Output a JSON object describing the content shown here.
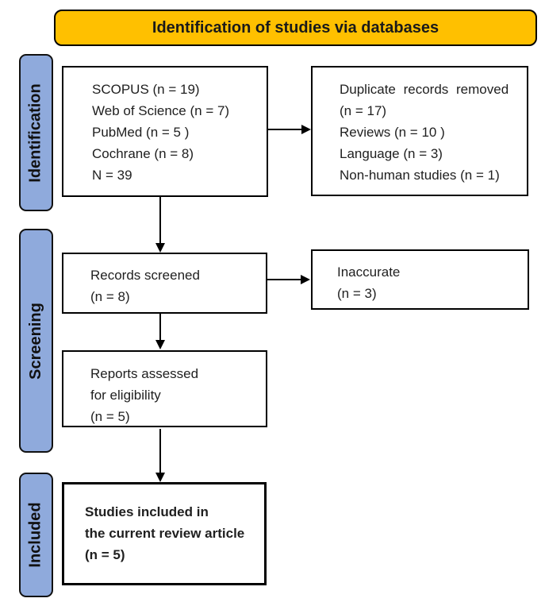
{
  "banner": {
    "label": "Identification of studies via databases"
  },
  "colors": {
    "banner_bg": "#FFC000",
    "stage_bg": "#8FAADC",
    "box_border": "#000000",
    "text": "#1f1f1f"
  },
  "stages": {
    "identification": "Identification",
    "screening": "Screening",
    "included": "Included"
  },
  "boxes": {
    "databases": {
      "lines": [
        "SCOPUS (n = 19)",
        "Web of Science (n = 7)",
        "PubMed (n = 5 )",
        "Cochrane (n = 8)",
        "N = 39"
      ]
    },
    "duplicates_removed": {
      "lines": [
        "Duplicate records removed",
        "(n = 17)",
        "Reviews (n = 10 )",
        "Language (n = 3)",
        "Non-human studies (n = 1)"
      ]
    },
    "records_screened": {
      "lines": [
        "Records screened",
        "(n = 8)"
      ]
    },
    "inaccurate": {
      "lines": [
        "Inaccurate",
        "(n = 3)"
      ]
    },
    "reports_assessed": {
      "lines": [
        "Reports assessed",
        "for eligibility",
        "(n = 5)"
      ]
    },
    "studies_included": {
      "lines": [
        "Studies included in",
        "the current review article",
        "(n = 5)"
      ]
    }
  }
}
